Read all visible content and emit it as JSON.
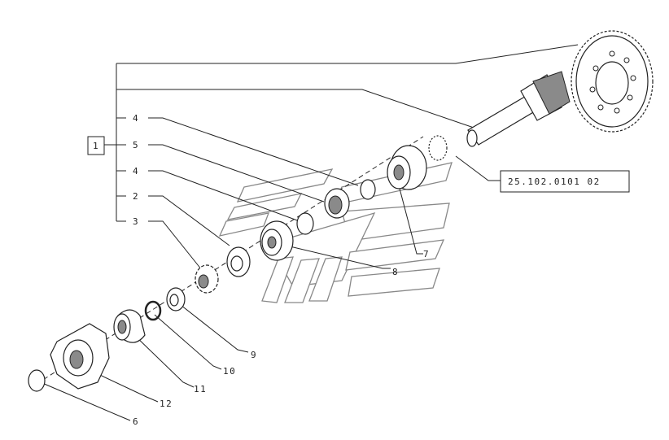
{
  "reference_code": "25.102.0101 02",
  "group_label": "1",
  "bracket_labels": [
    "4",
    "5",
    "4",
    "2",
    "3"
  ],
  "callouts": [
    "7",
    "8",
    "9",
    "10",
    "11",
    "12",
    "6"
  ]
}
